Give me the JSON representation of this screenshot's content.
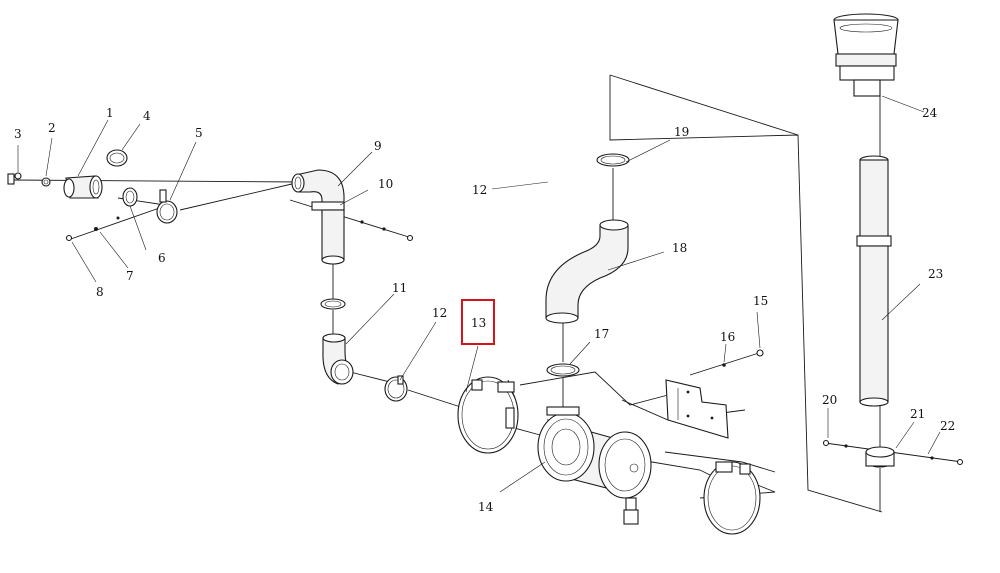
{
  "parts": [
    {
      "id": "1",
      "label": "1"
    },
    {
      "id": "2",
      "label": "2"
    },
    {
      "id": "3",
      "label": "3"
    },
    {
      "id": "4",
      "label": "4"
    },
    {
      "id": "5",
      "label": "5"
    },
    {
      "id": "6",
      "label": "6"
    },
    {
      "id": "7",
      "label": "7"
    },
    {
      "id": "8",
      "label": "8"
    },
    {
      "id": "9",
      "label": "9"
    },
    {
      "id": "10",
      "label": "10"
    },
    {
      "id": "11",
      "label": "11"
    },
    {
      "id": "12a",
      "label": "12"
    },
    {
      "id": "12b",
      "label": "12"
    },
    {
      "id": "13",
      "label": "13"
    },
    {
      "id": "14",
      "label": "14"
    },
    {
      "id": "15",
      "label": "15"
    },
    {
      "id": "16",
      "label": "16"
    },
    {
      "id": "17",
      "label": "17"
    },
    {
      "id": "18",
      "label": "18"
    },
    {
      "id": "19",
      "label": "19"
    },
    {
      "id": "20",
      "label": "20"
    },
    {
      "id": "21",
      "label": "21"
    },
    {
      "id": "22",
      "label": "22"
    },
    {
      "id": "23",
      "label": "23"
    },
    {
      "id": "24",
      "label": "24"
    }
  ],
  "highlight": {
    "part": "13",
    "color": "#d4161c"
  }
}
